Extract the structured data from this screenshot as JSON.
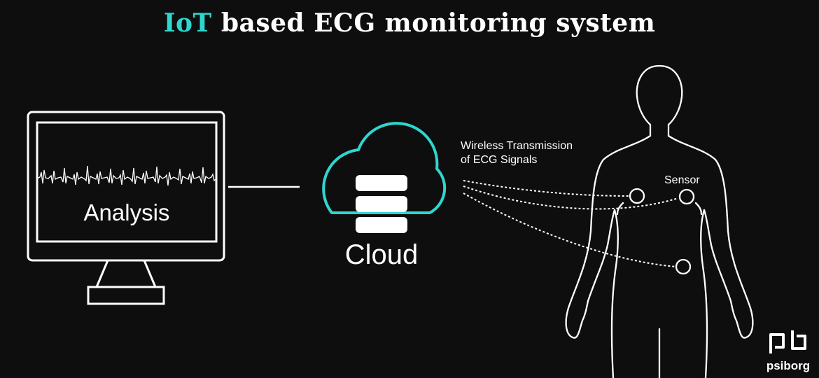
{
  "title": {
    "accent": "IoT",
    "rest": " based ECG monitoring system"
  },
  "monitor": {
    "label": "Analysis"
  },
  "cloud": {
    "label": "Cloud"
  },
  "transmission": {
    "line1": "Wireless Transmission",
    "line2": "of ECG Signals"
  },
  "sensor": {
    "label": "Sensor"
  },
  "logo": {
    "text": "psiborg"
  },
  "colors": {
    "background": "#0e0e0e",
    "accent": "#2fd6cf",
    "foreground": "#ffffff"
  }
}
